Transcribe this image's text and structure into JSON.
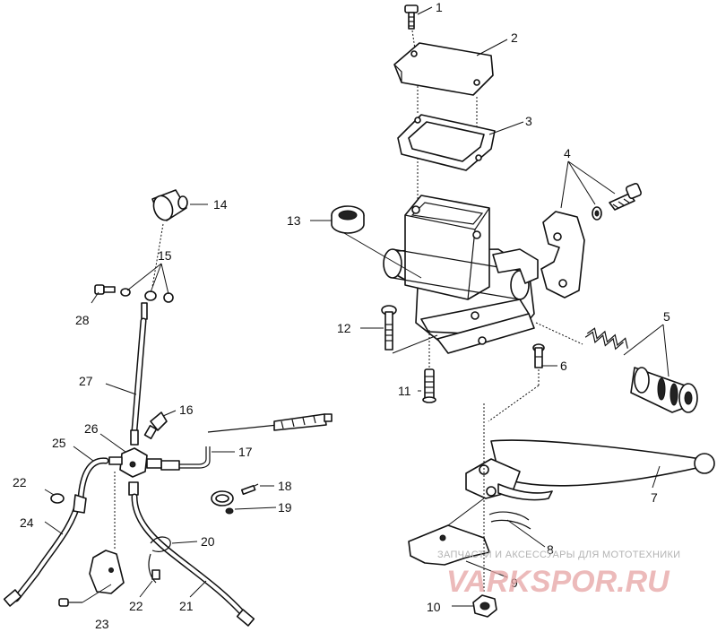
{
  "diagram": {
    "callouts": [
      {
        "id": "c1",
        "label": "1"
      },
      {
        "id": "c2",
        "label": "2"
      },
      {
        "id": "c3",
        "label": "3"
      },
      {
        "id": "c4",
        "label": "4"
      },
      {
        "id": "c5",
        "label": "5"
      },
      {
        "id": "c6",
        "label": "6"
      },
      {
        "id": "c7",
        "label": "7"
      },
      {
        "id": "c8",
        "label": "8"
      },
      {
        "id": "c9",
        "label": "9"
      },
      {
        "id": "c10",
        "label": "10"
      },
      {
        "id": "c11",
        "label": "11"
      },
      {
        "id": "c12",
        "label": "12"
      },
      {
        "id": "c13",
        "label": "13"
      },
      {
        "id": "c14",
        "label": "14"
      },
      {
        "id": "c15",
        "label": "15"
      },
      {
        "id": "c16",
        "label": "16"
      },
      {
        "id": "c17",
        "label": "17"
      },
      {
        "id": "c18",
        "label": "18"
      },
      {
        "id": "c19",
        "label": "19"
      },
      {
        "id": "c20",
        "label": "20"
      },
      {
        "id": "c21",
        "label": "21"
      },
      {
        "id": "c22a",
        "label": "22"
      },
      {
        "id": "c22b",
        "label": "22"
      },
      {
        "id": "c23",
        "label": "23"
      },
      {
        "id": "c24",
        "label": "24"
      },
      {
        "id": "c25",
        "label": "25"
      },
      {
        "id": "c26",
        "label": "26"
      },
      {
        "id": "c27",
        "label": "27"
      },
      {
        "id": "c28",
        "label": "28"
      }
    ]
  },
  "watermark": {
    "caption": "ЗАПЧАСТИ И АКСЕССУАРЫ ДЛЯ МОТОТЕХНИКИ",
    "logo": "VARKSPOR.RU"
  }
}
